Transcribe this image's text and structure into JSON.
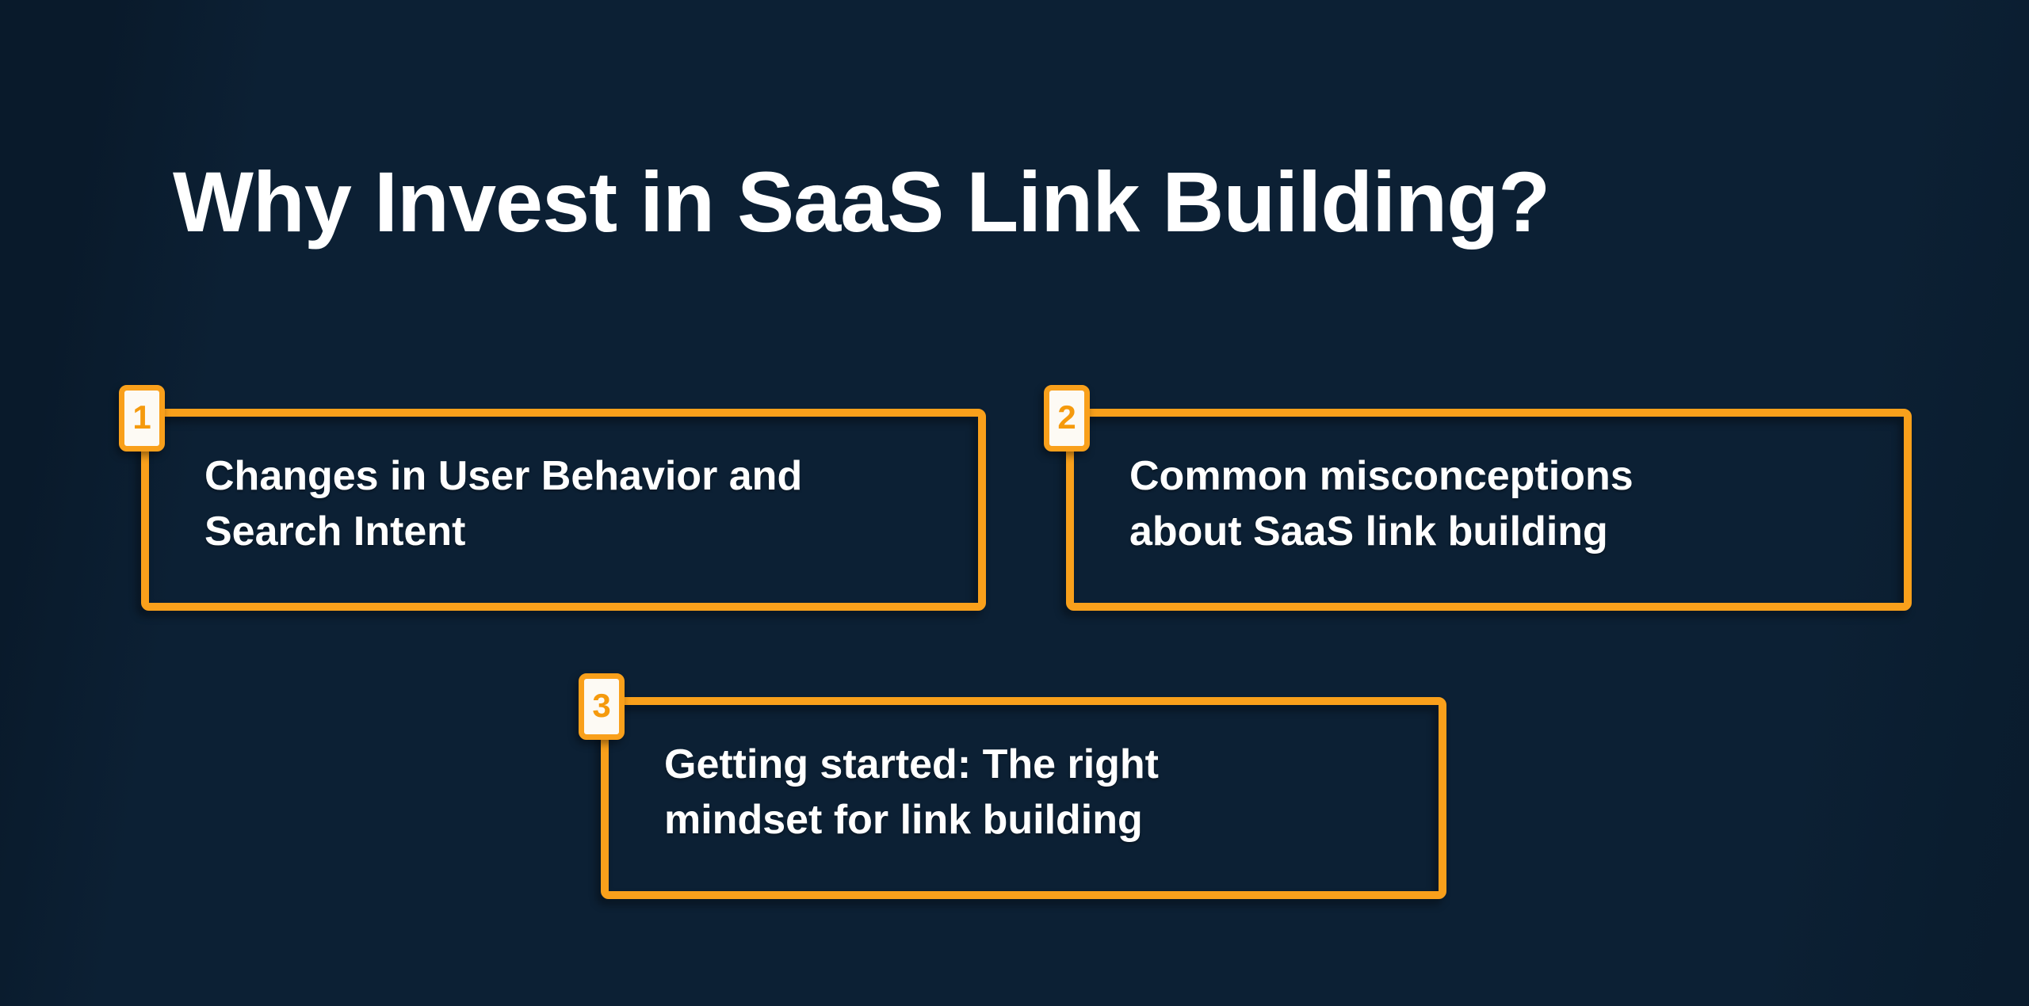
{
  "theme": {
    "background": "#0c2034",
    "accent": "#f9a01b",
    "badge_fill": "#fdfaf4",
    "badge_number_color": "#f59a0d",
    "text_color": "#ffffff"
  },
  "header": {
    "title": "Why Invest in SaaS Link Building?"
  },
  "cards": [
    {
      "number": "1",
      "line1": "Changes in User Behavior and",
      "line2": "Search Intent"
    },
    {
      "number": "2",
      "line1": "Common misconceptions",
      "line2": "about SaaS link building"
    },
    {
      "number": "3",
      "line1": "Getting started: The right",
      "line2": "mindset for link building"
    }
  ]
}
